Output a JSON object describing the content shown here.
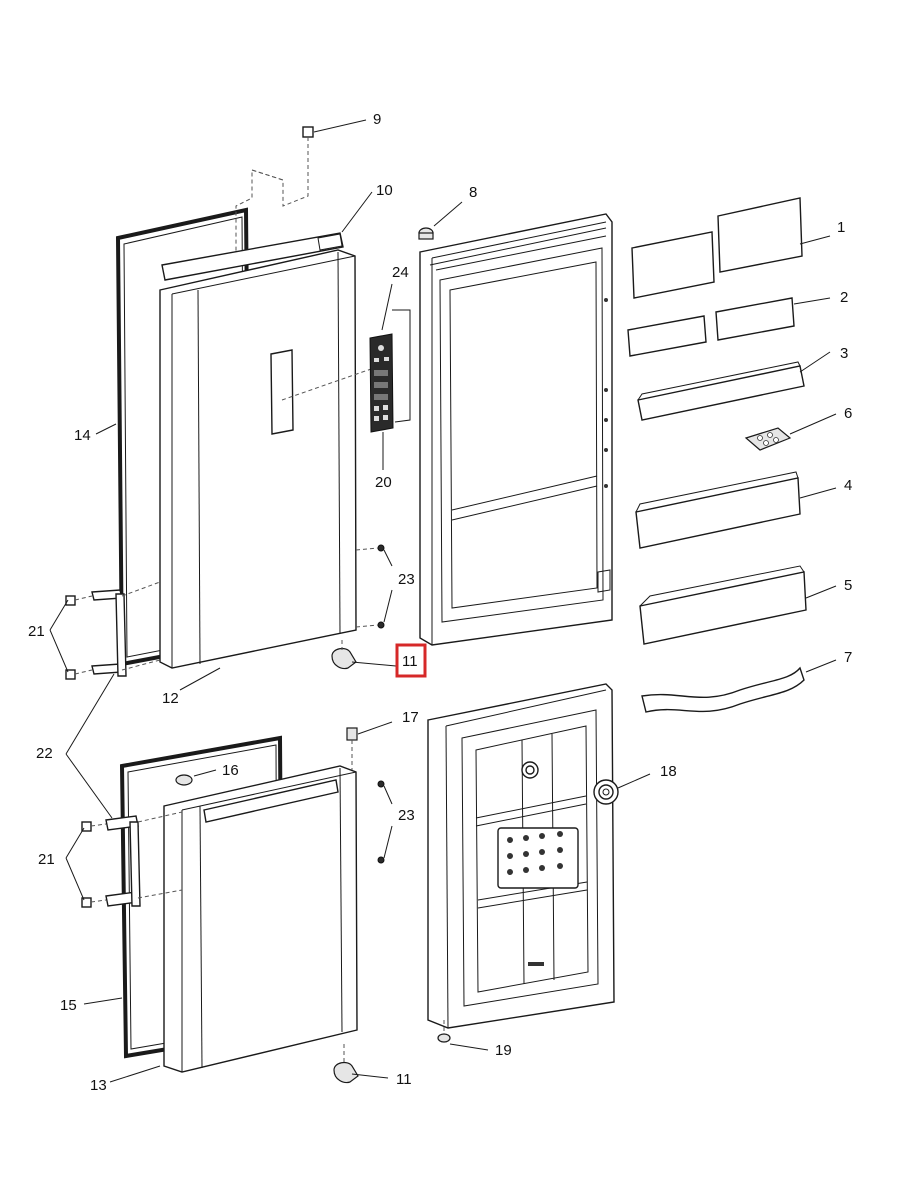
{
  "labels": {
    "l1": "1",
    "l2": "2",
    "l3": "3",
    "l4": "4",
    "l5": "5",
    "l6": "6",
    "l7": "7",
    "l8": "8",
    "l9": "9",
    "l10": "10",
    "l11_top": "11",
    "l11_bottom": "11",
    "l12": "12",
    "l13": "13",
    "l14": "14",
    "l15": "15",
    "l16": "16",
    "l17": "17",
    "l18": "18",
    "l19": "19",
    "l20": "20",
    "l21_top": "21",
    "l21_bottom": "21",
    "l22": "22",
    "l23_top": "23",
    "l23_bottom": "23",
    "l24": "24"
  },
  "highlight": {
    "label": "11",
    "color": "#d62828"
  }
}
